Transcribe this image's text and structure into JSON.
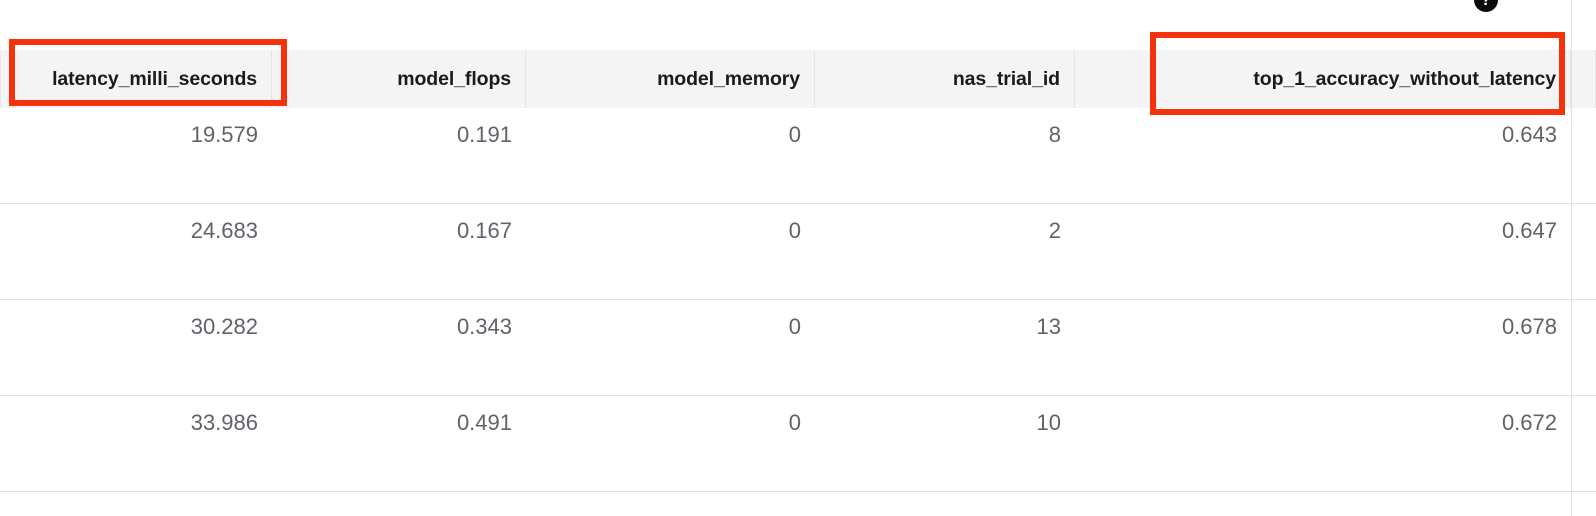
{
  "widget": {
    "help_icon": "help-circle-icon",
    "accent_color": "#f4320c",
    "header_background": "#f4f4f4",
    "cell_text_color": "#5f6368"
  },
  "table": {
    "columns": [
      {
        "key": "latency_milli_seconds",
        "label": "latency_milli_seconds",
        "align": "right",
        "highlighted": true
      },
      {
        "key": "model_flops",
        "label": "model_flops",
        "align": "right",
        "highlighted": false
      },
      {
        "key": "model_memory",
        "label": "model_memory",
        "align": "right",
        "highlighted": false
      },
      {
        "key": "nas_trial_id",
        "label": "nas_trial_id",
        "align": "right",
        "highlighted": false
      },
      {
        "key": "top_1_accuracy_without_latency",
        "label": "top_1_accuracy_without_latency",
        "align": "right",
        "highlighted": true
      },
      {
        "key": "next_column_partial",
        "label": "",
        "align": "right",
        "highlighted": false
      }
    ],
    "rows": [
      {
        "latency_milli_seconds": "19.579",
        "model_flops": "0.191",
        "model_memory": "0",
        "nas_trial_id": "8",
        "top_1_accuracy_without_latency": "0.643",
        "next_column_partial": ""
      },
      {
        "latency_milli_seconds": "24.683",
        "model_flops": "0.167",
        "model_memory": "0",
        "nas_trial_id": "2",
        "top_1_accuracy_without_latency": "0.647",
        "next_column_partial": ""
      },
      {
        "latency_milli_seconds": "30.282",
        "model_flops": "0.343",
        "model_memory": "0",
        "nas_trial_id": "13",
        "top_1_accuracy_without_latency": "0.678",
        "next_column_partial": ""
      },
      {
        "latency_milli_seconds": "33.986",
        "model_flops": "0.491",
        "model_memory": "0",
        "nas_trial_id": "10",
        "top_1_accuracy_without_latency": "0.672",
        "next_column_partial": ""
      }
    ]
  },
  "annotations": [
    {
      "id": "annot-latency",
      "target": "latency_milli_seconds",
      "color": "#f4320c"
    },
    {
      "id": "annot-top1",
      "target": "top_1_accuracy_without_latency",
      "color": "#f4320c"
    }
  ]
}
